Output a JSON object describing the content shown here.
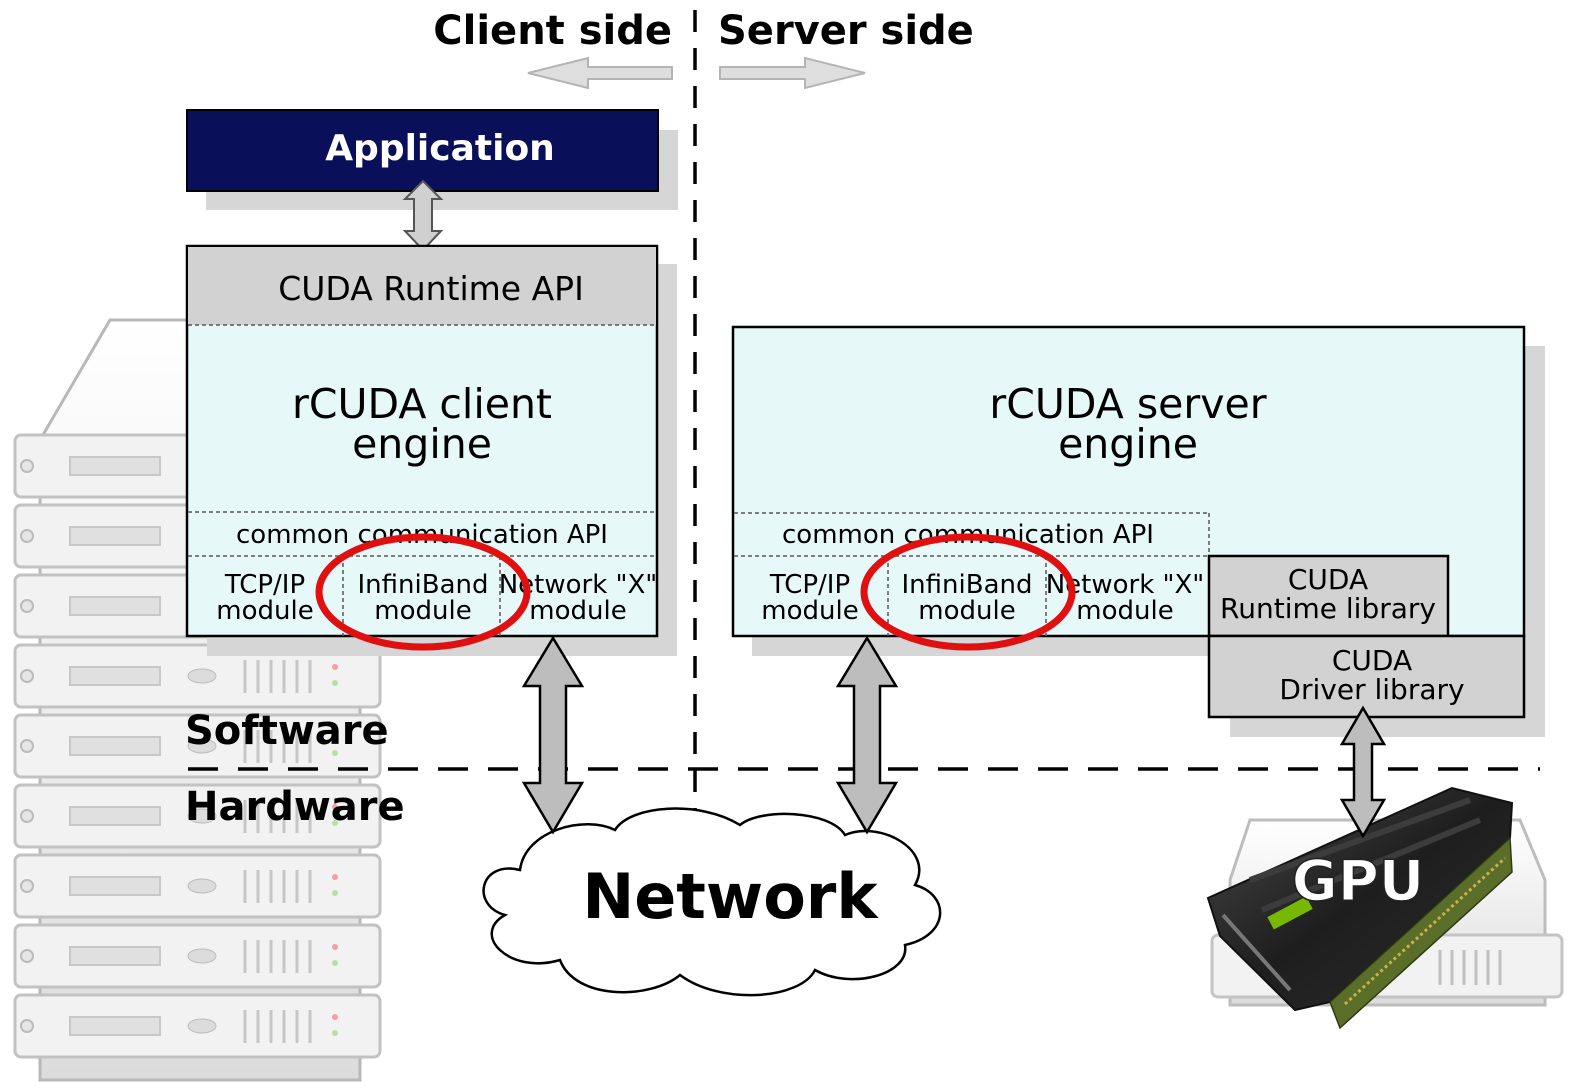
{
  "header": {
    "client_side": "Client side",
    "server_side": "Server side"
  },
  "client": {
    "application": "Application",
    "runtime_api": "CUDA Runtime API",
    "engine_line1": "rCUDA client",
    "engine_line2": "engine",
    "common_api": "common communication API",
    "modules": [
      {
        "line1": "TCP/IP",
        "line2": "module"
      },
      {
        "line1": "InfiniBand",
        "line2": "module"
      },
      {
        "line1": "Network \"X\"",
        "line2": "module"
      }
    ]
  },
  "server": {
    "engine_line1": "rCUDA server",
    "engine_line2": "engine",
    "common_api": "common communication API",
    "modules": [
      {
        "line1": "TCP/IP",
        "line2": "module"
      },
      {
        "line1": "InfiniBand",
        "line2": "module"
      },
      {
        "line1": "Network \"X\"",
        "line2": "module"
      }
    ],
    "runtime_library_line1": "CUDA",
    "runtime_library_line2": "Runtime library",
    "driver_library_line1": "CUDA",
    "driver_library_line2": "Driver library"
  },
  "layers": {
    "software": "Software",
    "hardware": "Hardware"
  },
  "network": "Network",
  "gpu": "GPU",
  "colors": {
    "application_fill": "#0a0f5a",
    "box_fill": "#e6f8f8",
    "gray_fill": "#d0d0d0",
    "highlight": "#e01010",
    "arrow_fill": "#bdbdbd"
  },
  "icons": [
    "server-rack-icon",
    "server-icon",
    "gpu-card-icon",
    "cloud-icon"
  ]
}
